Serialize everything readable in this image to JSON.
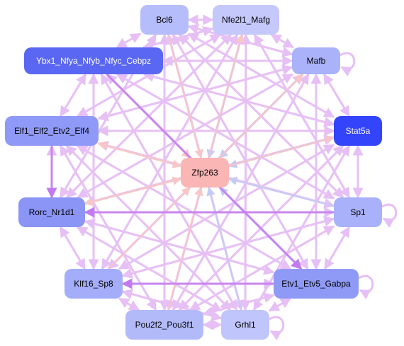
{
  "diagram": {
    "nodes": [
      {
        "id": "bcl6",
        "label": "Bcl6",
        "fill": "#b6bdfb",
        "text_color": "#000000"
      },
      {
        "id": "nfe2l1",
        "label": "Nfe2l1_Mafg",
        "fill": "#c4c8fb",
        "text_color": "#000000"
      },
      {
        "id": "ybx1",
        "label": "Ybx1_Nfya_Nfyb_Nfyc_Cebpz",
        "fill": "#5a67f2",
        "text_color": "#ffffff"
      },
      {
        "id": "mafb",
        "label": "Mafb",
        "fill": "#aab2fa",
        "text_color": "#000000"
      },
      {
        "id": "elf1",
        "label": "Elf1_Elf2_Etv2_Elf4",
        "fill": "#8f99f7",
        "text_color": "#000000"
      },
      {
        "id": "stat5a",
        "label": "Stat5a",
        "fill": "#3344fb",
        "text_color": "#ffffff"
      },
      {
        "id": "zfp263",
        "label": "Zfp263",
        "fill": "#fab5b5",
        "text_color": "#000000"
      },
      {
        "id": "rorc",
        "label": "Rorc_Nr1d1",
        "fill": "#8a95f6",
        "text_color": "#000000"
      },
      {
        "id": "sp1",
        "label": "Sp1",
        "fill": "#a9b1fa",
        "text_color": "#000000"
      },
      {
        "id": "klf16",
        "label": "Klf16_Sp8",
        "fill": "#a4adf9",
        "text_color": "#000000"
      },
      {
        "id": "etv1",
        "label": "Etv1_Etv5_Gabpa",
        "fill": "#8f9af7",
        "text_color": "#000000"
      },
      {
        "id": "pou2f2",
        "label": "Pou2f2_Pou3f1",
        "fill": "#b3bafa",
        "text_color": "#000000"
      },
      {
        "id": "grhl1",
        "label": "Grhl1",
        "fill": "#c0c5fb",
        "text_color": "#000000"
      }
    ],
    "edge_colors": {
      "regulation": "#e6bff5",
      "regulation_strong": "#c27af0",
      "to_hub_a": "#f7c6c6",
      "to_hub_b": "#c4cbf5"
    },
    "edges_strong": [
      [
        "ybx1",
        "etv1"
      ],
      [
        "sp1",
        "rorc"
      ],
      [
        "elf1",
        "rorc"
      ],
      [
        "etv1",
        "klf16"
      ]
    ],
    "self_loops": [
      "mafb",
      "sp1",
      "etv1",
      "grhl1"
    ]
  }
}
